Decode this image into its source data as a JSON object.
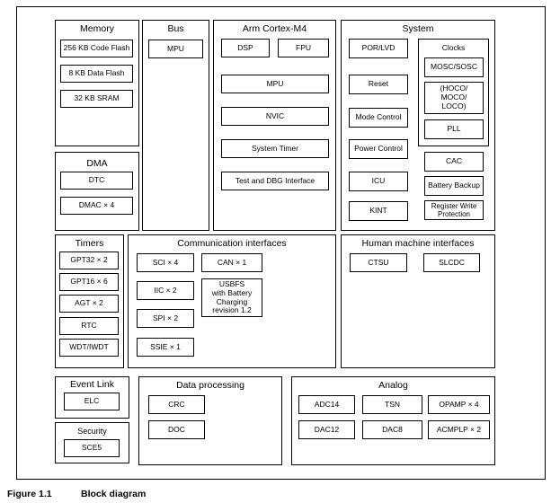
{
  "memory": {
    "title": "Memory",
    "items": [
      "256 KB Code Flash",
      "8 KB Data Flash",
      "32 KB SRAM"
    ]
  },
  "bus": {
    "title": "Bus",
    "items": [
      "MPU"
    ]
  },
  "arm": {
    "title": "Arm Cortex-M4",
    "items": [
      "DSP",
      "FPU",
      "MPU",
      "NVIC",
      "System Timer",
      "Test and DBG Interface"
    ]
  },
  "system": {
    "title": "System",
    "items": [
      "POR/LVD",
      "Reset",
      "Mode Control",
      "Power Control",
      "ICU",
      "KINT",
      "CAC",
      "Battery Backup",
      "Register Write\nProtection"
    ],
    "clocks": {
      "title": "Clocks",
      "items": [
        "MOSC/SOSC",
        "(HOCO/\nMOCO/\nLOCO)",
        "PLL"
      ]
    }
  },
  "dma": {
    "title": "DMA",
    "items": [
      "DTC",
      "DMAC × 4"
    ]
  },
  "timers": {
    "title": "Timers",
    "items": [
      "GPT32 × 2",
      "GPT16 × 6",
      "AGT × 2",
      "RTC",
      "WDT/IWDT"
    ]
  },
  "comm": {
    "title": "Communication interfaces",
    "items": [
      "SCI × 4",
      "CAN × 1",
      "IIC × 2",
      "USBFS\nwith Battery\nCharging\nrevision 1.2",
      "SPI × 2",
      "SSIE × 1"
    ]
  },
  "hmi": {
    "title": "Human machine interfaces",
    "items": [
      "CTSU",
      "SLCDC"
    ]
  },
  "event_link": {
    "title": "Event Link",
    "items": [
      "ELC"
    ]
  },
  "security": {
    "title": "Security",
    "items": [
      "SCE5"
    ]
  },
  "data_processing": {
    "title": "Data processing",
    "items": [
      "CRC",
      "DOC"
    ]
  },
  "analog": {
    "title": "Analog",
    "items": [
      "ADC14",
      "TSN",
      "OPAMP × 4",
      "DAC12",
      "DAC8",
      "ACMPLP × 2"
    ]
  },
  "caption": {
    "label": "Figure 1.1",
    "title": "Block diagram"
  }
}
